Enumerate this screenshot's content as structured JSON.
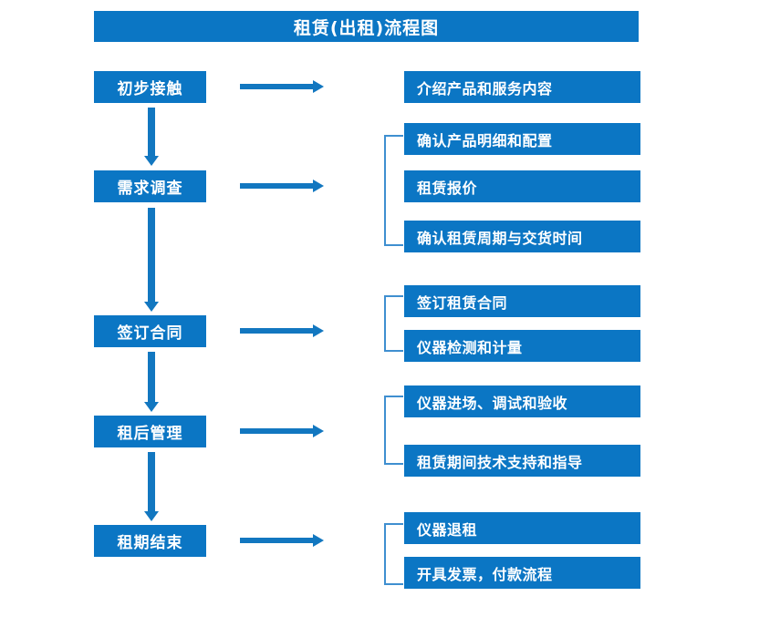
{
  "title": "租赁(出租)流程图",
  "colors": {
    "box_fill": "#0b76c4",
    "box_text": "#ffffff",
    "arrow": "#1277c0",
    "bracket": "#3f8fd0",
    "background": "#ffffff"
  },
  "stages": [
    {
      "label": "初步接触"
    },
    {
      "label": "需求调查"
    },
    {
      "label": "签订合同"
    },
    {
      "label": "租后管理"
    },
    {
      "label": "租期结束"
    }
  ],
  "details": [
    {
      "label": "介绍产品和服务内容"
    },
    {
      "label": "确认产品明细和配置"
    },
    {
      "label": "租赁报价"
    },
    {
      "label": "确认租赁周期与交货时间"
    },
    {
      "label": "签订租赁合同"
    },
    {
      "label": "仪器检测和计量"
    },
    {
      "label": "仪器进场、调试和验收"
    },
    {
      "label": "租赁期间技术支持和指导"
    },
    {
      "label": "仪器退租"
    },
    {
      "label": "开具发票，付款流程"
    }
  ],
  "groups": [
    {
      "stage": "初步接触",
      "details": [
        "介绍产品和服务内容"
      ],
      "bracketed": false
    },
    {
      "stage": "需求调查",
      "details": [
        "确认产品明细和配置",
        "租赁报价",
        "确认租赁周期与交货时间"
      ],
      "bracketed": true
    },
    {
      "stage": "签订合同",
      "details": [
        "签订租赁合同",
        "仪器检测和计量"
      ],
      "bracketed": true
    },
    {
      "stage": "租后管理",
      "details": [
        "仪器进场、调试和验收",
        "租赁期间技术支持和指导"
      ],
      "bracketed": true
    },
    {
      "stage": "租期结束",
      "details": [
        "仪器退租",
        "开具发票，付款流程"
      ],
      "bracketed": true
    }
  ]
}
